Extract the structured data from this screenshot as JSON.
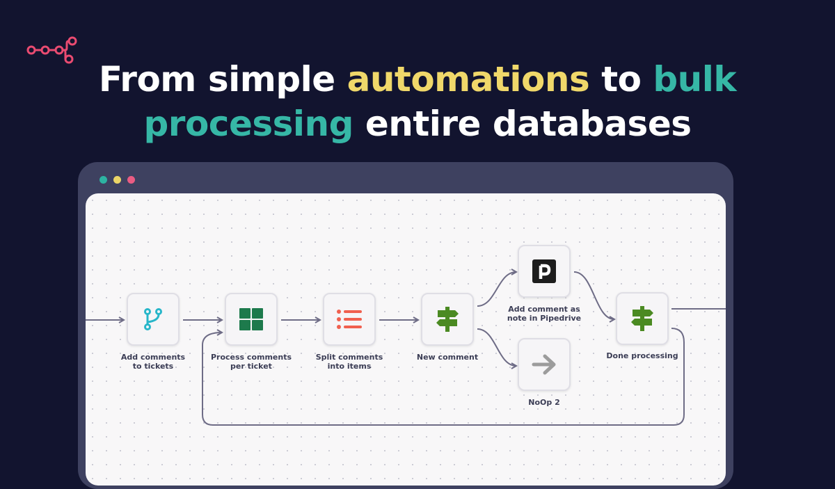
{
  "headline": {
    "line1_a": "From simple",
    "line1_highlight": "automations",
    "line1_b": "to",
    "line1_highlight2": "bulk",
    "line2_highlight": "processing",
    "line2_b": "entire databases"
  },
  "colors": {
    "background": "#12142f",
    "highlight_yellow": "#f0d86a",
    "highlight_teal": "#36b7a6",
    "logo": "#ea4b71",
    "window_frame": "#3e4160",
    "wire": "#6e6c86"
  },
  "window": {
    "traffic_lights": [
      "teal",
      "yellow",
      "pink"
    ]
  },
  "workflow": {
    "nodes": [
      {
        "label_1": "Add comments",
        "label_2": "to tickets",
        "icon": "merge-branch-icon"
      },
      {
        "label_1": "Process comments",
        "label_2": "per ticket",
        "icon": "grid-icon"
      },
      {
        "label_1": "Split comments",
        "label_2": "into items",
        "icon": "list-icon"
      },
      {
        "label_1": "New comment",
        "label_2": "",
        "icon": "signpost-icon"
      },
      {
        "label_1": "Add comment as",
        "label_2": "note in Pipedrive",
        "icon": "pipedrive-icon"
      },
      {
        "label_1": "NoOp 2",
        "label_2": "",
        "icon": "arrow-right-icon"
      },
      {
        "label_1": "Done processing",
        "label_2": "",
        "icon": "signpost-icon"
      }
    ]
  }
}
